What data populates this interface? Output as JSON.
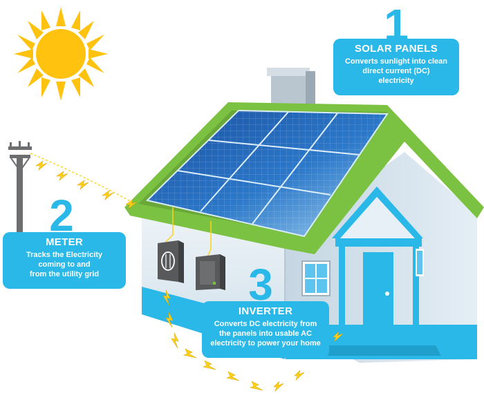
{
  "steps": [
    {
      "number": "1",
      "title": "SOLAR PANELS",
      "desc": "Converts sunlight into clean\ndirect current (DC)\nelectricity"
    },
    {
      "number": "2",
      "title": "METER",
      "desc": "Tracks the Electricity\ncoming to and\nfrom the utility grid"
    },
    {
      "number": "3",
      "title": "INVERTER",
      "desc": "Converts DC electricity from\nthe panels into usable AC\nelectricity to power your home"
    }
  ],
  "colors": {
    "accent": "#2ab8e8",
    "sun": "#ffc20e",
    "roof": "#7cc242",
    "panel": "#1f5fb0",
    "bolt": "#ffd21a",
    "wall": "#dde9f1",
    "trim": "#2ab8e8",
    "pole": "#6d6e70"
  },
  "icons": [
    "sun-icon",
    "utility-pole-icon",
    "house-illustration",
    "solar-panel-icon",
    "meter-icon",
    "inverter-icon",
    "lightning-bolt-icon"
  ]
}
